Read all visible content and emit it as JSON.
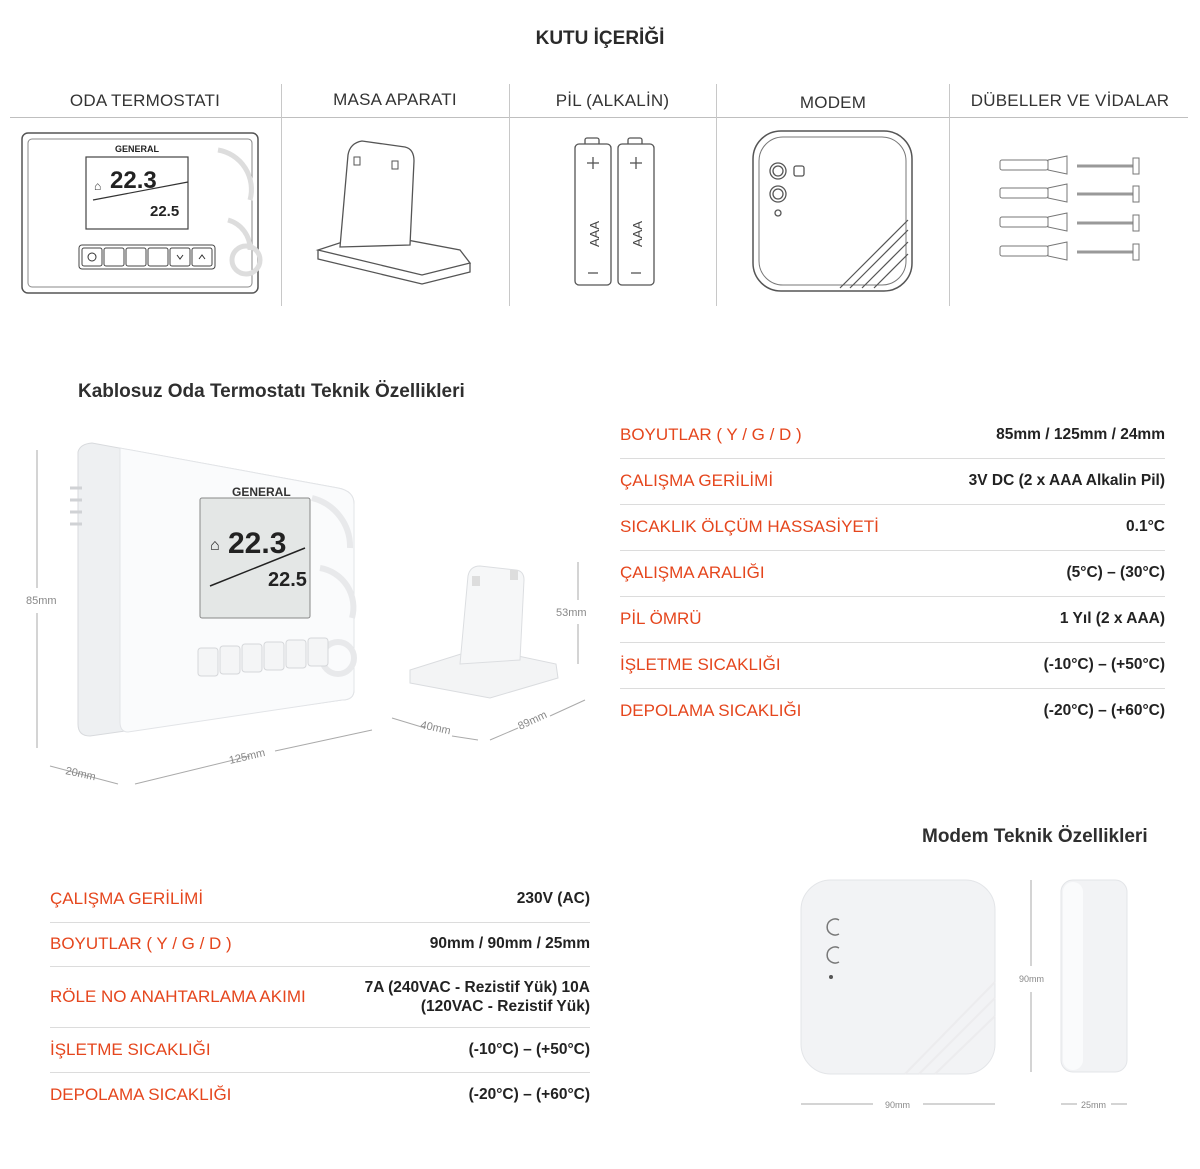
{
  "box_contents": {
    "title": "KUTU İÇERİĞİ",
    "items": [
      {
        "label": "ODA TERMOSTATI"
      },
      {
        "label": "MASA APARATI"
      },
      {
        "label": "PİL (ALKALİN)"
      },
      {
        "label": "MODEM"
      },
      {
        "label": "DÜBELLER VE VİDALAR"
      }
    ],
    "thermostat_brand": "GENERAL",
    "display_main": "22.3",
    "display_secondary": "22.5",
    "battery_text": "AAA"
  },
  "thermostat_specs": {
    "title": "Kablosuz Oda Termostatı Teknik Özellikleri",
    "rows": [
      {
        "label": "BOYUTLAR ( Y / G / D )",
        "value": "85mm / 125mm / 24mm"
      },
      {
        "label": "ÇALIŞMA GERİLİMİ",
        "value": "3V DC (2 x AAA Alkalin Pil)"
      },
      {
        "label": "SICAKLIK ÖLÇÜM HASSASİYETİ",
        "value": "0.1°C"
      },
      {
        "label": "ÇALIŞMA ARALIĞI",
        "value": "(5°C) – (30°C)"
      },
      {
        "label": "PİL ÖMRÜ",
        "value": "1 Yıl (2 x AAA)"
      },
      {
        "label": "İŞLETME SICAKLIĞI",
        "value": "(-10°C) – (+50°C)"
      },
      {
        "label": "DEPOLAMA SICAKLIĞI",
        "value": "(-20°C) – (+60°C)"
      }
    ],
    "dims": {
      "height": "85mm",
      "width": "125mm",
      "depth": "20mm",
      "stand_height": "53mm",
      "stand_width": "40mm",
      "stand_depth": "89mm"
    }
  },
  "modem_specs": {
    "title": "Modem Teknik Özellikleri",
    "rows": [
      {
        "label": "ÇALIŞMA GERİLİMİ",
        "value": "230V (AC)"
      },
      {
        "label": "BOYUTLAR ( Y / G / D )",
        "value": "90mm / 90mm / 25mm"
      },
      {
        "label": "RÖLE NO ANAHTARLAMA AKIMI",
        "value": "7A (240VAC - Rezistif Yük) 10A (120VAC - Rezistif Yük)"
      },
      {
        "label": "İŞLETME SICAKLIĞI",
        "value": "(-10°C) – (+50°C)"
      },
      {
        "label": "DEPOLAMA SICAKLIĞI",
        "value": "(-20°C) – (+60°C)"
      }
    ],
    "dims": {
      "height": "90mm",
      "width": "90mm",
      "depth": "25mm"
    }
  }
}
